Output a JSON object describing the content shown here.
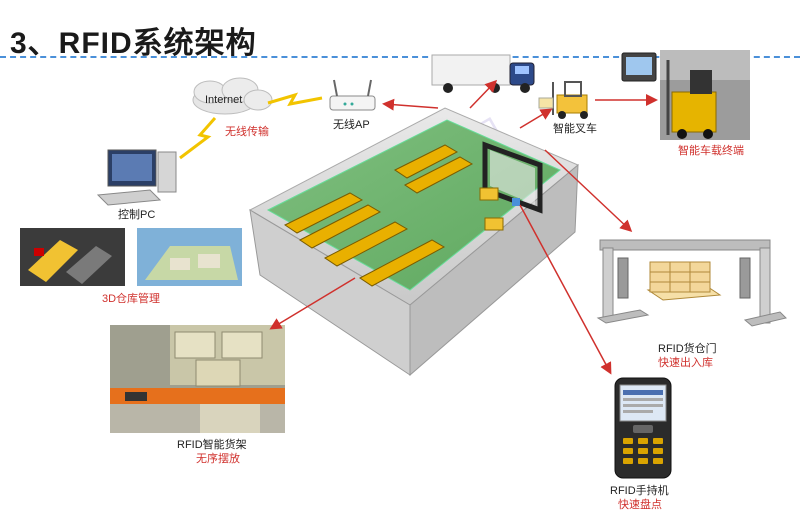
{
  "title": "3、RFID系统架构",
  "colors": {
    "arrow": "#d0312d",
    "wireless": "#f2c400",
    "rule": "#4a90d9",
    "accent_text": "#d0312d"
  },
  "nodes": {
    "internet": "Internet",
    "wireless_transfer": "无线传输",
    "wireless_ap": "无线AP",
    "control_pc": "控制PC",
    "smart_forklift": "智能叉车",
    "vehicle_terminal": "智能车载终端",
    "warehouse_3d": "3D仓库管理",
    "rfid_gate": "RFID货仓门",
    "rfid_gate_desc": "快速出入库",
    "rfid_shelf": "RFID智能货架",
    "rfid_shelf_desc": "无序摆放",
    "rfid_handheld": "RFID手持机",
    "rfid_handheld_desc": "快速盘点"
  },
  "watermark": "科技有限公司"
}
